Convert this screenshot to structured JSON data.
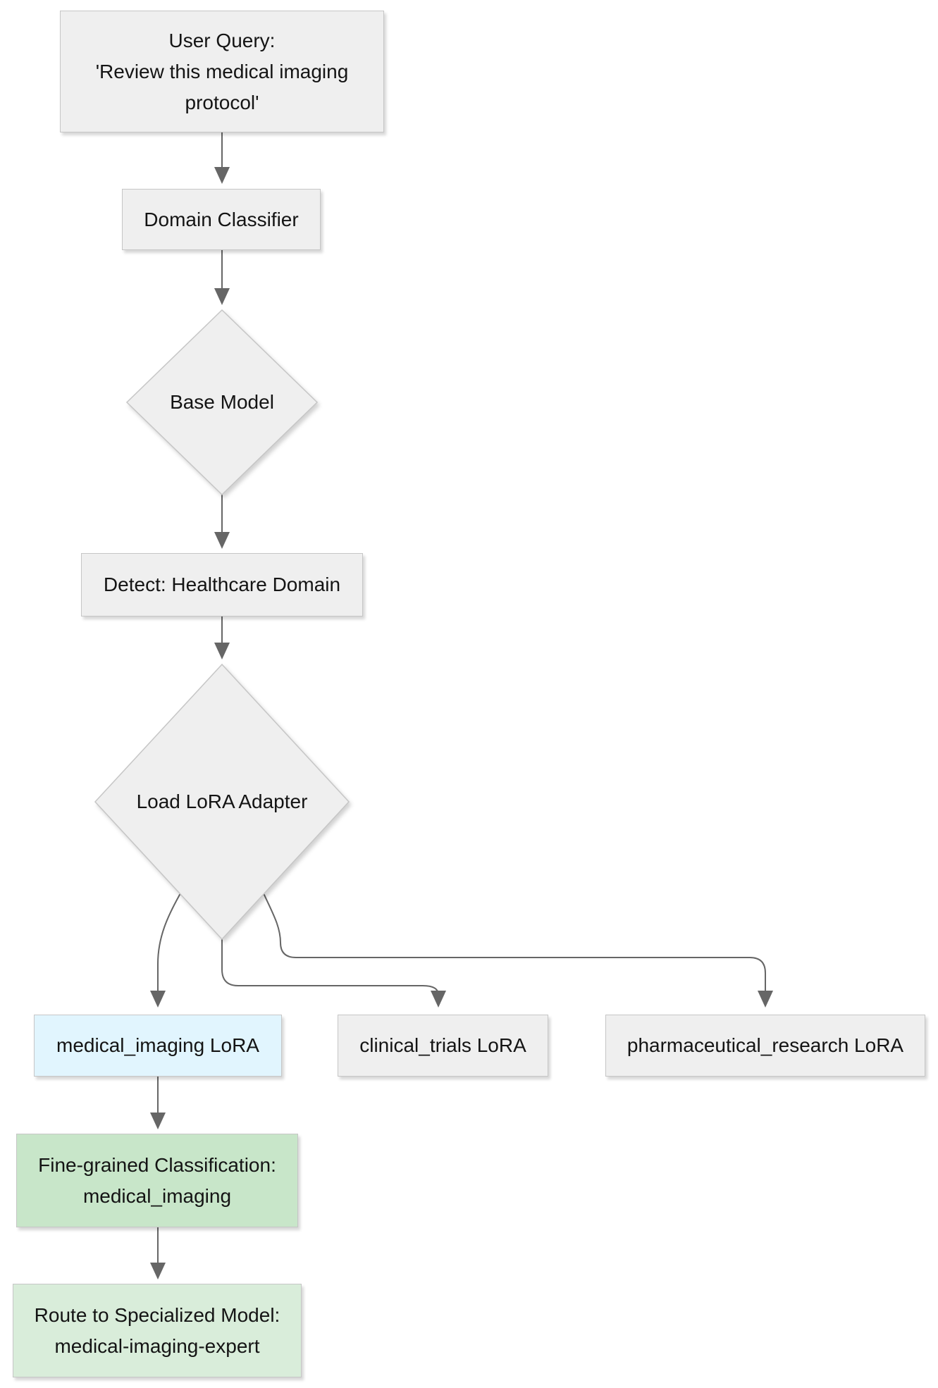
{
  "diagram": {
    "type": "flowchart",
    "direction": "top-down",
    "palette": {
      "node_fill": "#efefef",
      "node_border": "#c6c6c6",
      "highlight_blue_fill": "#e1f5fe",
      "green_fill": "#c8e6c9",
      "light_green_fill": "#d9edda",
      "edge_color": "#666666",
      "text_color": "#141414",
      "background": "#ffffff"
    },
    "nodes": [
      {
        "id": "user_query",
        "shape": "rect",
        "label": "User Query:\n'Review this medical imaging\nprotocol'"
      },
      {
        "id": "domain_classifier",
        "shape": "rect",
        "label": "Domain Classifier"
      },
      {
        "id": "base_model",
        "shape": "diamond",
        "label": "Base Model"
      },
      {
        "id": "detect_healthcare_domain",
        "shape": "rect",
        "label": "Detect: Healthcare Domain"
      },
      {
        "id": "load_lora_adapter",
        "shape": "diamond",
        "label": "Load LoRA Adapter"
      },
      {
        "id": "medical_imaging_lora",
        "shape": "rect",
        "fill": "#e1f5fe",
        "label": "medical_imaging LoRA"
      },
      {
        "id": "clinical_trials_lora",
        "shape": "rect",
        "label": "clinical_trials LoRA"
      },
      {
        "id": "pharmaceutical_research_lora",
        "shape": "rect",
        "label": "pharmaceutical_research LoRA"
      },
      {
        "id": "fine_grained_classification",
        "shape": "rect",
        "fill": "#c8e6c9",
        "label": "Fine-grained Classification:\nmedical_imaging"
      },
      {
        "id": "route_to_specialized_model",
        "shape": "rect",
        "fill": "#d9edda",
        "label": "Route to Specialized Model:\nmedical-imaging-expert"
      }
    ],
    "edges": [
      {
        "from": "user_query",
        "to": "domain_classifier"
      },
      {
        "from": "domain_classifier",
        "to": "base_model"
      },
      {
        "from": "base_model",
        "to": "detect_healthcare_domain"
      },
      {
        "from": "detect_healthcare_domain",
        "to": "load_lora_adapter"
      },
      {
        "from": "load_lora_adapter",
        "to": "medical_imaging_lora"
      },
      {
        "from": "load_lora_adapter",
        "to": "clinical_trials_lora"
      },
      {
        "from": "load_lora_adapter",
        "to": "pharmaceutical_research_lora"
      },
      {
        "from": "medical_imaging_lora",
        "to": "fine_grained_classification"
      },
      {
        "from": "fine_grained_classification",
        "to": "route_to_specialized_model"
      }
    ]
  }
}
